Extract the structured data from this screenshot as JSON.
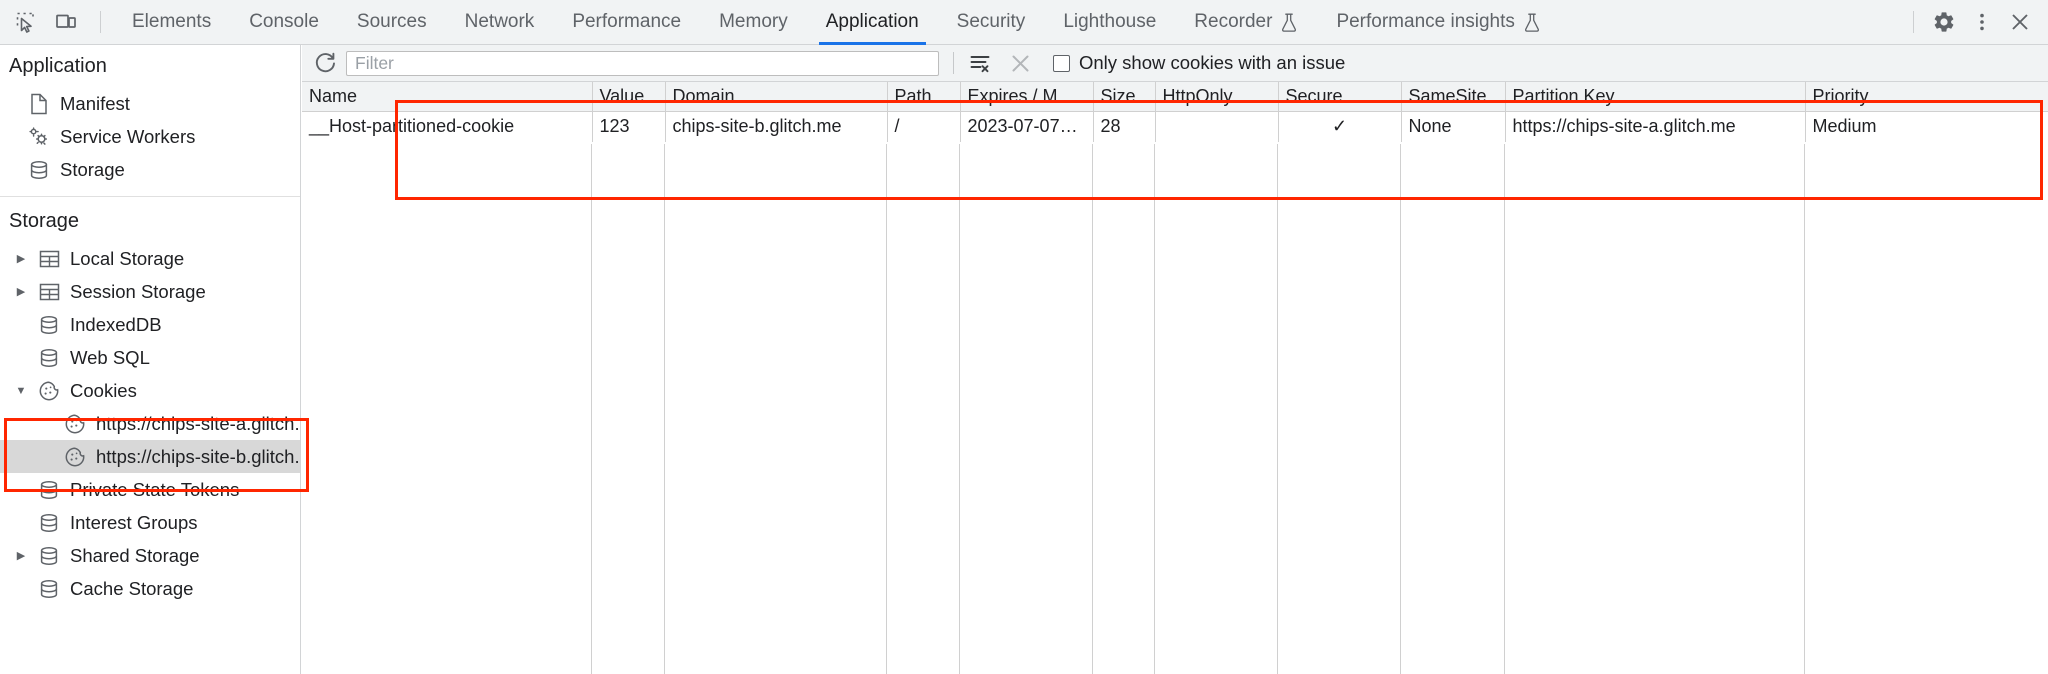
{
  "toolbar": {
    "icons": [
      {
        "name": "inspect-element-icon",
        "label": "Inspect element"
      },
      {
        "name": "device-toolbar-icon",
        "label": "Toggle device toolbar"
      }
    ],
    "tabs": [
      {
        "label": "Elements",
        "active": false,
        "experimental": false
      },
      {
        "label": "Console",
        "active": false,
        "experimental": false
      },
      {
        "label": "Sources",
        "active": false,
        "experimental": false
      },
      {
        "label": "Network",
        "active": false,
        "experimental": false
      },
      {
        "label": "Performance",
        "active": false,
        "experimental": false
      },
      {
        "label": "Memory",
        "active": false,
        "experimental": false
      },
      {
        "label": "Application",
        "active": true,
        "experimental": false
      },
      {
        "label": "Security",
        "active": false,
        "experimental": false
      },
      {
        "label": "Lighthouse",
        "active": false,
        "experimental": false
      },
      {
        "label": "Recorder",
        "active": false,
        "experimental": true
      },
      {
        "label": "Performance insights",
        "active": false,
        "experimental": true
      }
    ],
    "right_icons": [
      {
        "name": "settings-gear-icon",
        "label": "Settings"
      },
      {
        "name": "more-options-kebab-icon",
        "label": "Customize and control DevTools"
      },
      {
        "name": "close-devtools-icon",
        "label": "Close DevTools"
      }
    ],
    "accent_color": "#1a73e8"
  },
  "sidebar": {
    "application_section": {
      "title": "Application",
      "items": [
        {
          "label": "Manifest",
          "icon": "manifest-file-icon",
          "twisty": "none",
          "indent": 1,
          "selected": false
        },
        {
          "label": "Service Workers",
          "icon": "service-workers-gear-icon",
          "twisty": "none",
          "indent": 1,
          "selected": false
        },
        {
          "label": "Storage",
          "icon": "storage-database-icon",
          "twisty": "none",
          "indent": 1,
          "selected": false
        }
      ]
    },
    "storage_section": {
      "title": "Storage",
      "items": [
        {
          "label": "Local Storage",
          "icon": "table-grid-icon",
          "twisty": "right",
          "indent": 1,
          "selected": false
        },
        {
          "label": "Session Storage",
          "icon": "table-grid-icon",
          "twisty": "right",
          "indent": 1,
          "selected": false
        },
        {
          "label": "IndexedDB",
          "icon": "storage-database-icon",
          "twisty": "none",
          "indent": 1,
          "selected": false
        },
        {
          "label": "Web SQL",
          "icon": "storage-database-icon",
          "twisty": "none",
          "indent": 1,
          "selected": false
        },
        {
          "label": "Cookies",
          "icon": "cookie-icon",
          "twisty": "down",
          "indent": 1,
          "selected": false
        },
        {
          "label": "https://chips-site-a.glitch.me",
          "icon": "cookie-icon",
          "twisty": "none",
          "indent": 2,
          "selected": false
        },
        {
          "label": "https://chips-site-b.glitch.me",
          "icon": "cookie-icon",
          "twisty": "none",
          "indent": 2,
          "selected": true
        },
        {
          "label": "Private State Tokens",
          "icon": "storage-database-icon",
          "twisty": "none",
          "indent": 1,
          "selected": false
        },
        {
          "label": "Interest Groups",
          "icon": "storage-database-icon",
          "twisty": "none",
          "indent": 1,
          "selected": false
        },
        {
          "label": "Shared Storage",
          "icon": "storage-database-icon",
          "twisty": "right",
          "indent": 1,
          "selected": false
        },
        {
          "label": "Cache Storage",
          "icon": "storage-database-icon",
          "twisty": "none",
          "indent": 1,
          "selected": false
        }
      ]
    }
  },
  "filterbar": {
    "refresh_icon": "refresh-icon",
    "filter_placeholder": "Filter",
    "filter_value": "",
    "clear_filtered_icon": "clear-filtered-cookies-icon",
    "clear_all_icon": "clear-all-cookies-icon",
    "checkbox_label": "Only show cookies with an issue",
    "checkbox_checked": false
  },
  "cookie_table": {
    "columns": [
      "Name",
      "Value",
      "Domain",
      "Path",
      "Expires / M…",
      "Size",
      "HttpOnly",
      "Secure",
      "SameSite",
      "Partition Key",
      "Priority"
    ],
    "rows": [
      {
        "Name": "__Host-partitioned-cookie",
        "Value": "123",
        "Domain": "chips-site-b.glitch.me",
        "Path": "/",
        "Expires / M…": "2023-07-07…",
        "Size": "28",
        "HttpOnly": "",
        "Secure": "✓",
        "SameSite": "None",
        "Partition Key": "https://chips-site-a.glitch.me",
        "Priority": "Medium"
      }
    ]
  },
  "annotations": {
    "color": "#ff2600",
    "boxes": [
      {
        "name": "cookies-tree-highlight"
      },
      {
        "name": "cookie-table-highlight"
      }
    ]
  }
}
